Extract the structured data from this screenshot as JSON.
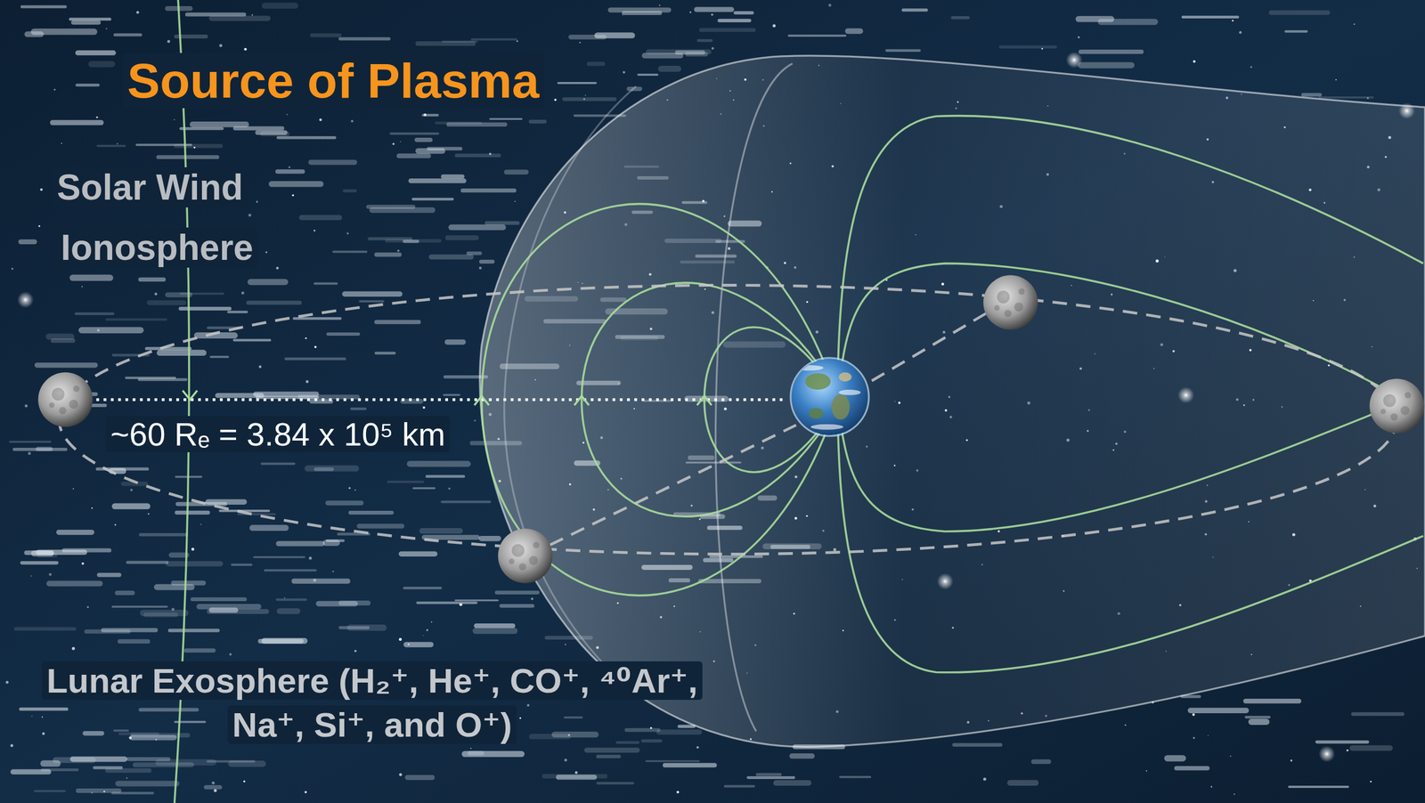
{
  "diagram": {
    "title": "Source of Plasma",
    "labels": [
      "Solar Wind",
      "Ionosphere",
      "~60 Rₑ = 3.84 x 10⁵ km",
      "Lunar Exosphere (H₂⁺, He⁺, CO⁺, ⁴⁰Ar⁺, Na⁺, Si⁺, and O⁺)"
    ]
  }
}
